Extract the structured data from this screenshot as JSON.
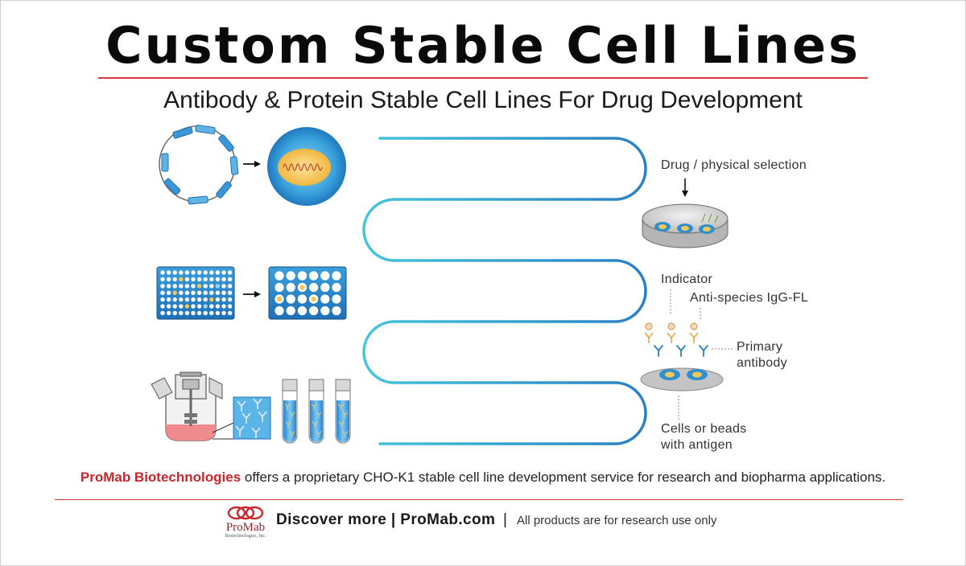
{
  "header": {
    "title": "Custom Stable Cell Lines",
    "subtitle": "Antibody & Protein Stable Cell Lines For Drug Development"
  },
  "labels": {
    "drug_selection": "Drug / physical selection",
    "indicator": "Indicator",
    "anti_species": "Anti-species IgG-FL",
    "primary_line1": "Primary",
    "primary_line2": "antibody",
    "cells_line1": "Cells or beads",
    "cells_line2": "with antigen"
  },
  "footer": {
    "brand": "ProMab Biotechnologies",
    "description": " offers a proprietary CHO-K1 stable cell line development service for research and biopharma applications.",
    "discover": "Discover more | ProMab.com",
    "divider": "|",
    "disclaimer": "All products are for research use only"
  },
  "logo": {
    "name": "ProMab",
    "subtitle": "Biotechnologies, Inc."
  },
  "colors": {
    "accent_red": "#d9363e",
    "path_start": "#3fc0d8",
    "path_end": "#2a7fc4",
    "cell_blue": "#2b8fd0",
    "nucleus_yellow": "#f6c75a"
  }
}
